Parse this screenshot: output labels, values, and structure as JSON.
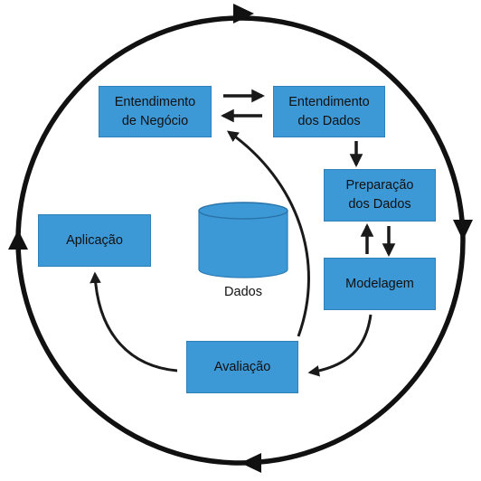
{
  "diagram": {
    "nodes": {
      "entendimento_negocio": {
        "line1": "Entendimento",
        "line2": "de Negócio"
      },
      "entendimento_dados": {
        "line1": "Entendimento",
        "line2": "dos Dados"
      },
      "preparacao_dados": {
        "line1": "Preparação",
        "line2": "dos Dados"
      },
      "modelagem": {
        "label": "Modelagem"
      },
      "aplicacao": {
        "label": "Aplicação"
      },
      "avaliacao": {
        "label": "Avaliação"
      },
      "dados": {
        "label": "Dados"
      }
    },
    "colors": {
      "box_fill": "#3d98d6",
      "box_border": "#2f7fb8",
      "cylinder_fill": "#3d98d6",
      "arrow": "#1a1a1a"
    }
  }
}
